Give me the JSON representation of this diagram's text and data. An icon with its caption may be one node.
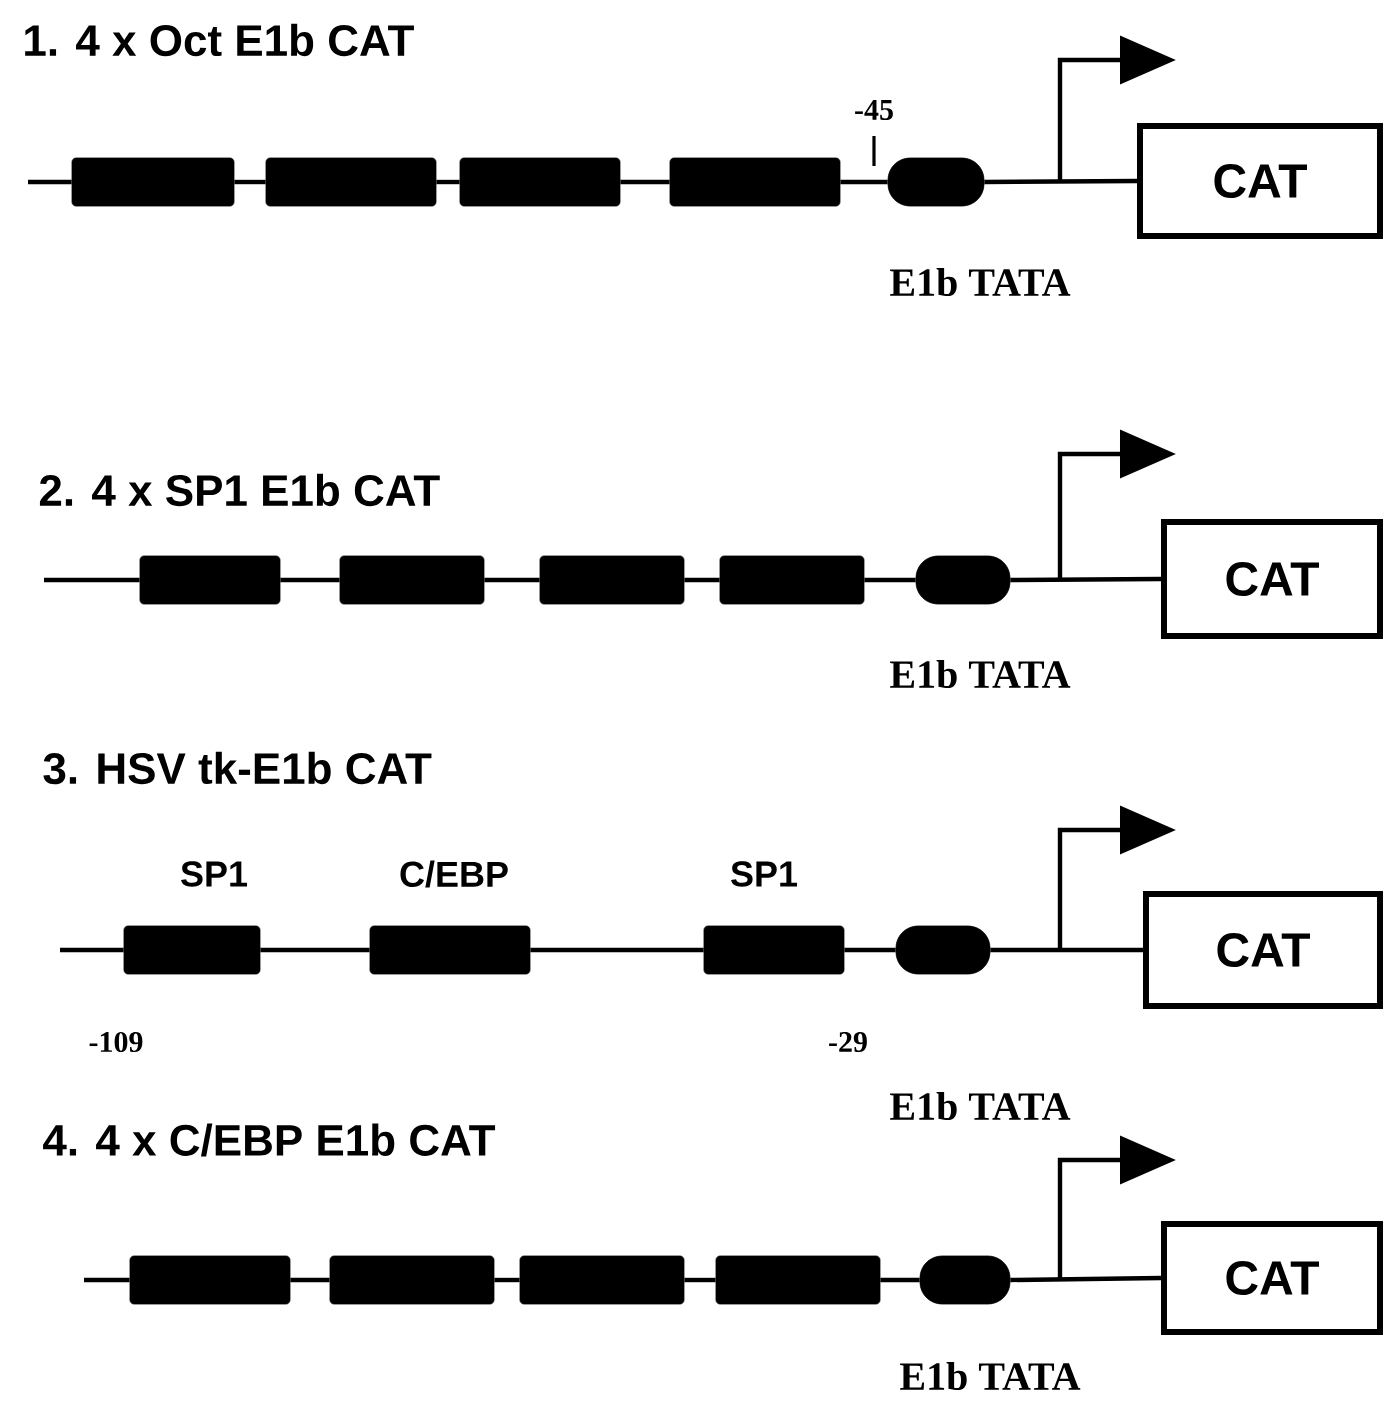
{
  "diagram": {
    "nodes": [
      {
        "text": [],
        "shape": "bar"
      },
      {
        "text": [],
        "shape": "bar"
      },
      {
        "text": [],
        "shape": "bar"
      },
      {
        "text": [],
        "shape": "bar"
      },
      {
        "text": [],
        "shape": "oval",
        "beside": [
          "E1b TATA"
        ]
      },
      {
        "text": [
          "CAT"
        ]
      },
      {
        "text": [],
        "shape": "bar"
      },
      {
        "text": [],
        "shape": "bar"
      },
      {
        "text": [],
        "shape": "bar"
      },
      {
        "text": [],
        "shape": "bar"
      },
      {
        "text": [],
        "shape": "oval",
        "beside": [
          "E1b TATA"
        ]
      },
      {
        "text": [
          "CAT"
        ]
      },
      {
        "text": [],
        "shape": "bar",
        "beside": [
          "SP1"
        ]
      },
      {
        "text": [],
        "shape": "bar",
        "beside": [
          "C/EBP"
        ]
      },
      {
        "text": [],
        "shape": "bar",
        "beside": [
          "SP1"
        ]
      },
      {
        "text": [],
        "shape": "oval",
        "beside": [
          "E1b TATA"
        ]
      },
      {
        "text": [
          "CAT"
        ]
      },
      {
        "text": [],
        "shape": "bar"
      },
      {
        "text": [],
        "shape": "bar"
      },
      {
        "text": [],
        "shape": "bar"
      },
      {
        "text": [],
        "shape": "bar"
      },
      {
        "text": [],
        "shape": "oval",
        "beside": [
          "E1b TATA"
        ]
      },
      {
        "text": [
          "CAT"
        ]
      }
    ],
    "edges": [
      {
        "from": null,
        "to": 0,
        "arrow": "none"
      },
      {
        "from": 0,
        "to": 1,
        "arrow": "none"
      },
      {
        "from": 1,
        "to": 2,
        "arrow": "none"
      },
      {
        "from": 2,
        "to": 3,
        "arrow": "none"
      },
      {
        "from": 3,
        "to": 4,
        "arrow": "none"
      },
      {
        "from": 4,
        "to": 5,
        "arrow": "none"
      },
      {
        "from": null,
        "to": 6,
        "arrow": "none"
      },
      {
        "from": 6,
        "to": 7,
        "arrow": "none"
      },
      {
        "from": 7,
        "to": 8,
        "arrow": "none"
      },
      {
        "from": 8,
        "to": 9,
        "arrow": "none"
      },
      {
        "from": 9,
        "to": 10,
        "arrow": "none"
      },
      {
        "from": 10,
        "to": 11,
        "arrow": "none"
      },
      {
        "from": null,
        "to": 12,
        "arrow": "none"
      },
      {
        "from": 12,
        "to": 13,
        "arrow": "none"
      },
      {
        "from": 13,
        "to": 14,
        "arrow": "none"
      },
      {
        "from": 14,
        "to": 15,
        "arrow": "none"
      },
      {
        "from": 15,
        "to": 16,
        "arrow": "none"
      },
      {
        "from": null,
        "to": 17,
        "arrow": "none"
      },
      {
        "from": 17,
        "to": 18,
        "arrow": "none"
      },
      {
        "from": 18,
        "to": 19,
        "arrow": "none"
      },
      {
        "from": 19,
        "to": 20,
        "arrow": "none"
      },
      {
        "from": 20,
        "to": 21,
        "arrow": "none"
      },
      {
        "from": 21,
        "to": 22,
        "arrow": "none"
      }
    ],
    "labels": [
      "1. 4 x Oct E1b CAT",
      "-45",
      "2. 4 x SP1 E1b CAT",
      "3. HSV tk-E1b CAT",
      "-109",
      "-29",
      "4. 4 x C/EBP E1b CAT"
    ]
  }
}
